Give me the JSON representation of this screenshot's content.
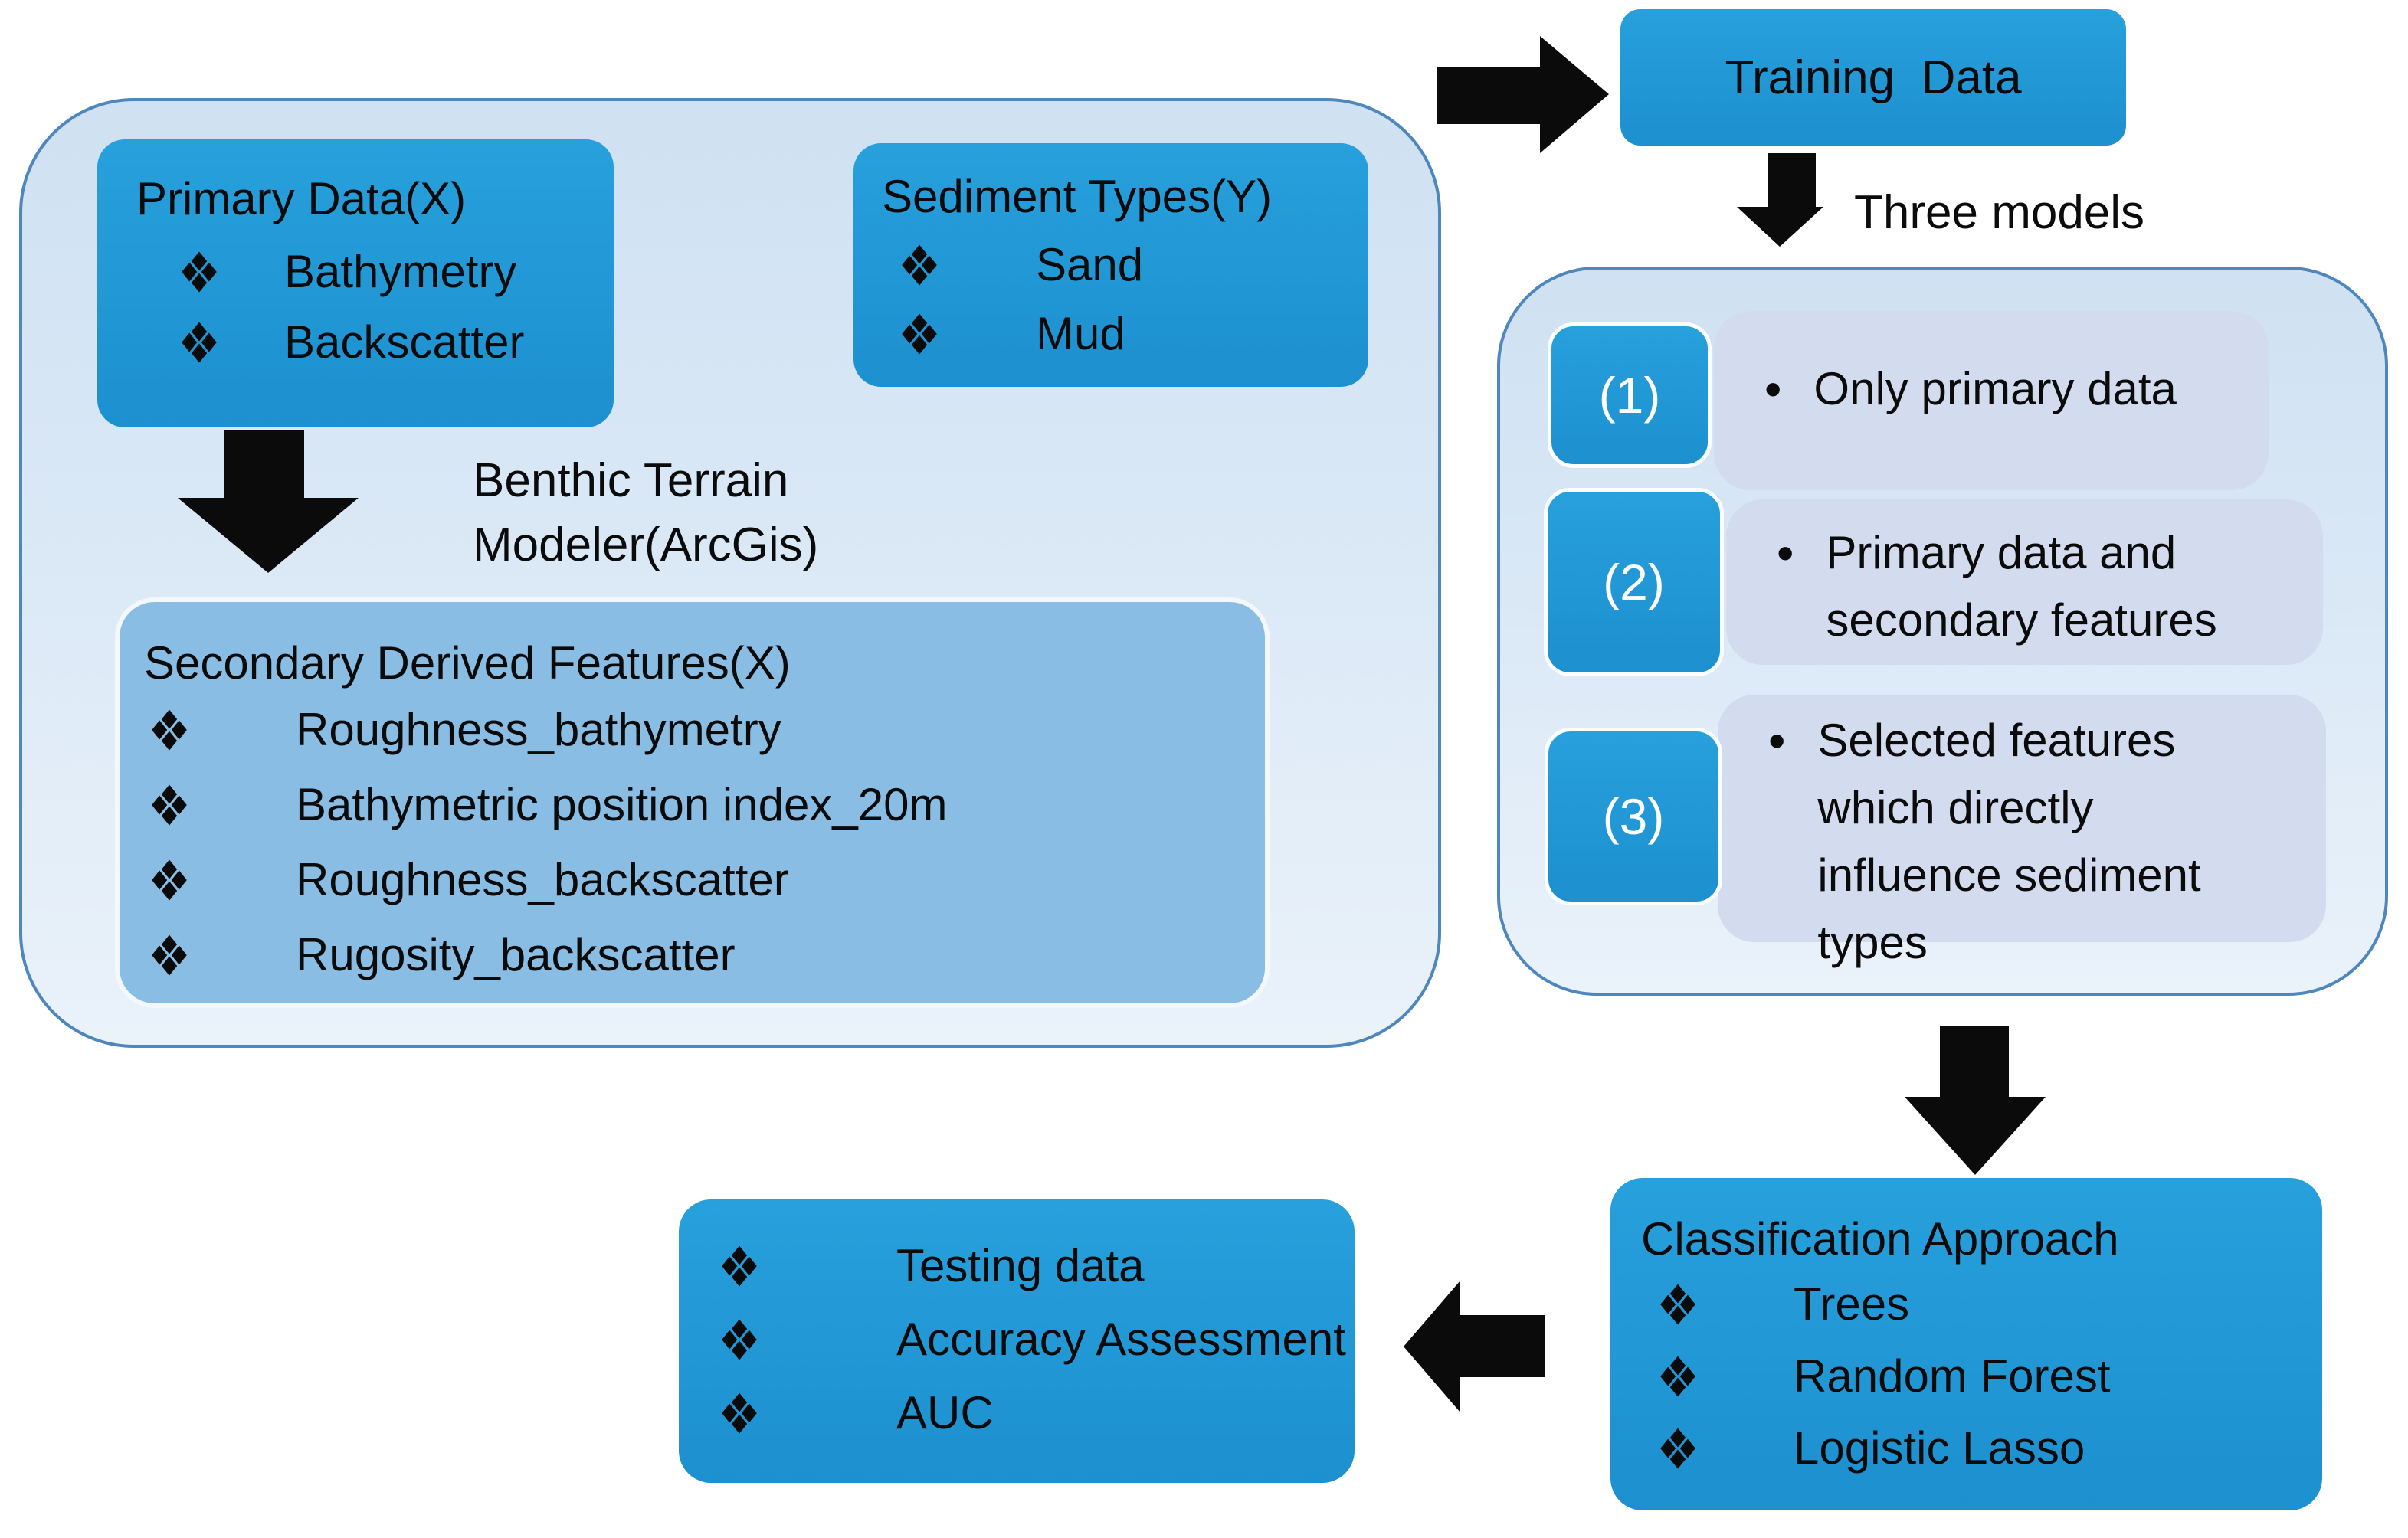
{
  "colors": {
    "accent_blue": "#1f96d4",
    "derived_box_blue": "#8abde3",
    "container_fill": "#dae8f6",
    "container_border": "#4e86be",
    "panel_fill": "#d2dcee",
    "arrow_black": "#0b0b0b",
    "badge_text": "#ffffff"
  },
  "bullet_char": "•",
  "left_group": {
    "primary_box": {
      "title": "Primary Data(X)",
      "items": [
        "Bathymetry",
        "Backscatter"
      ]
    },
    "sediment_box": {
      "title": "Sediment Types(Y)",
      "items": [
        "Sand",
        "Mud"
      ]
    },
    "arrow_label": "Benthic Terrain\nModeler(ArcGis)",
    "secondary_box": {
      "title": "Secondary Derived Features(X)",
      "items": [
        "Roughness_bathymetry",
        "Bathymetric position index_20m",
        "Roughness_backscatter",
        "Rugosity_backscatter"
      ]
    }
  },
  "training_box": {
    "label": "Training  Data"
  },
  "three_models_label": "Three models",
  "models": [
    {
      "number": "(1)",
      "text": "Only primary data"
    },
    {
      "number": "(2)",
      "text": "Primary data and\nsecondary features"
    },
    {
      "number": "(3)",
      "text": "Selected features\nwhich directly\ninfluence sediment\ntypes"
    }
  ],
  "classification_box": {
    "title": "Classification Approach",
    "items": [
      "Trees",
      "Random Forest",
      "Logistic Lasso"
    ]
  },
  "testing_box": {
    "items": [
      "Testing data",
      "Accuracy Assessment",
      "AUC"
    ]
  }
}
